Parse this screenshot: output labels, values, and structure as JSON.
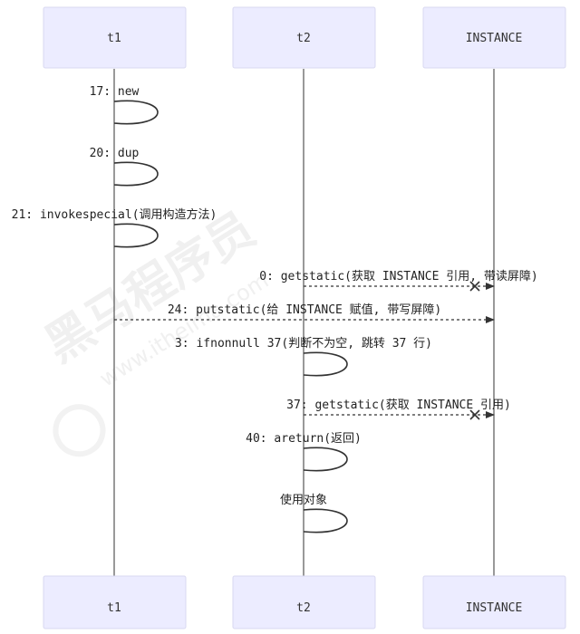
{
  "actors": [
    {
      "id": "t1",
      "label": "t1"
    },
    {
      "id": "t2",
      "label": "t2"
    },
    {
      "id": "instance",
      "label": "INSTANCE"
    }
  ],
  "messages": [
    {
      "label": "17: new",
      "from": "t1",
      "to": "t1",
      "type": "self"
    },
    {
      "label": "20: dup",
      "from": "t1",
      "to": "t1",
      "type": "self"
    },
    {
      "label": "21: invokespecial(调用构造方法)",
      "from": "t1",
      "to": "t1",
      "type": "self"
    },
    {
      "label": "0: getstatic(获取 INSTANCE 引用, 带读屏障)",
      "from": "t2",
      "to": "instance",
      "type": "dotted-cross"
    },
    {
      "label": "24: putstatic(给 INSTANCE 赋值, 带写屏障)",
      "from": "t1",
      "to": "instance",
      "type": "dotted-arrow"
    },
    {
      "label": "3: ifnonnull 37(判断不为空, 跳转 37 行)",
      "from": "t2",
      "to": "t2",
      "type": "self"
    },
    {
      "label": "37: getstatic(获取 INSTANCE 引用)",
      "from": "t2",
      "to": "instance",
      "type": "dotted-cross"
    },
    {
      "label": "40: areturn(返回)",
      "from": "t2",
      "to": "t2",
      "type": "self"
    },
    {
      "label": "使用对象",
      "from": "t2",
      "to": "t2",
      "type": "self"
    }
  ],
  "watermark": {
    "brand": "黑马程序员",
    "url": "www.itheima.com"
  }
}
